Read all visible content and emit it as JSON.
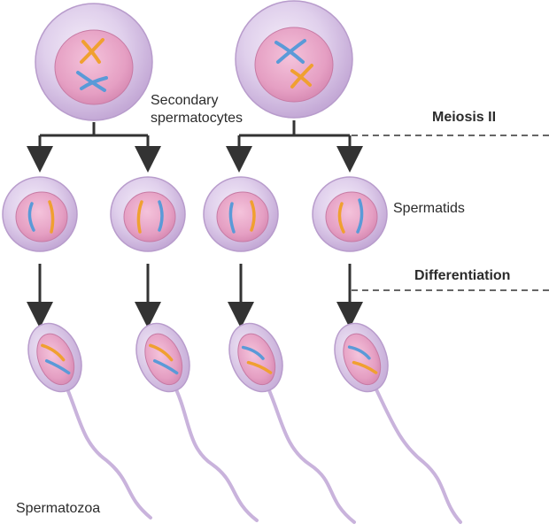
{
  "labels": {
    "secondary_line1": "Secondary",
    "secondary_line2": "spermatocytes",
    "meiosis": "Meiosis II",
    "spermatids": "Spermatids",
    "differentiation": "Differentiation",
    "spermatozoa": "Spermatozoa"
  },
  "colors": {
    "cell_outer": "#d9c6e8",
    "cell_edge": "#b89ccc",
    "nucleus": "#e7a9c9",
    "nucleus_edge": "#c77aa4",
    "chromosome_orange": "#f0a030",
    "chromosome_blue": "#5a9ad8",
    "arrow": "#333333",
    "dash": "#333333",
    "text": "#2b2b2b"
  }
}
